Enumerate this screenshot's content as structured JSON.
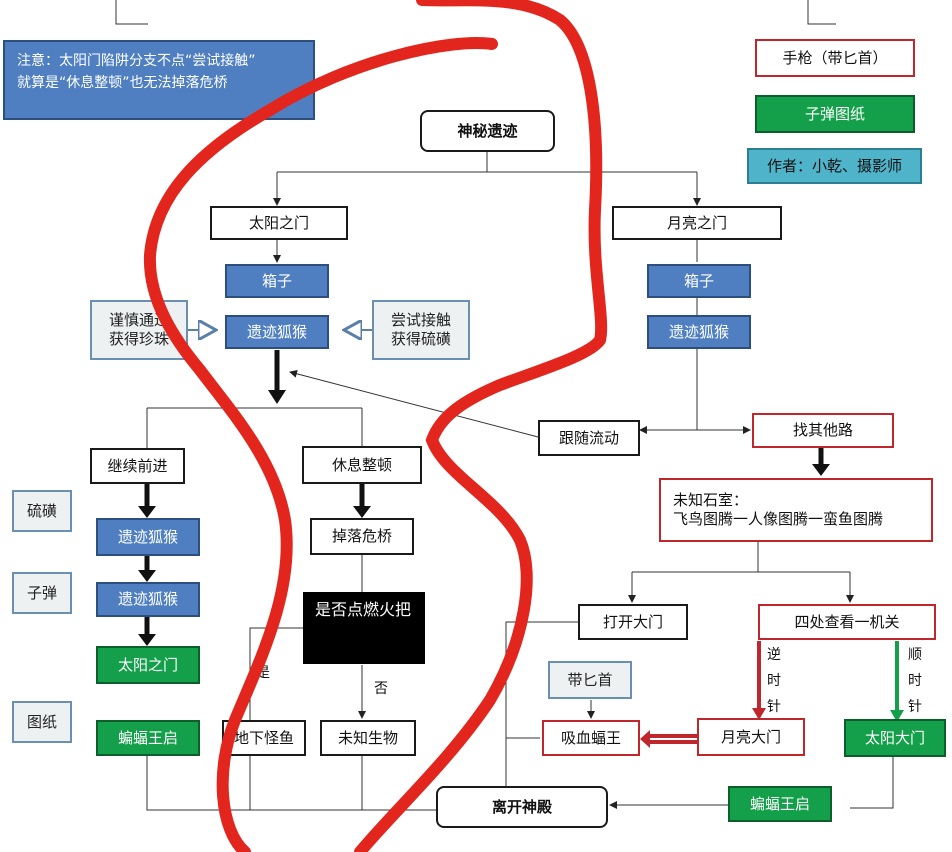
{
  "note": {
    "line1": "注意：太阳门陷阱分支不点“尝试接触”",
    "line2": "就算是“休息整顿”也无法掉落危桥"
  },
  "legend": {
    "gun": "手枪（带匕首）",
    "bullet": "子弹图纸",
    "author": "作者：小乾、摄影师"
  },
  "nodes": {
    "start": "神秘遗迹",
    "sun_gate": "太阳之门",
    "moon_gate": "月亮之门",
    "sun_box": "箱子",
    "moon_box": "箱子",
    "sun_monkey": "遗迹狐猴",
    "moon_monkey": "遗迹狐猴",
    "cautious": [
      "谨慎通过",
      "获得珍珠"
    ],
    "touch": [
      "尝试接触",
      "获得硫磺"
    ],
    "continue": "继续前进",
    "rest": "休息整顿",
    "sulfur": "硫磺",
    "bullet": "子弹",
    "drawing": "图纸",
    "monkey_a": "遗迹狐猴",
    "monkey_b": "遗迹狐猴",
    "sun_gate2": "太阳之门",
    "bat_king_a": "蝙蝠王启",
    "fall_bridge": "掉落危桥",
    "torch_q": "是否点燃火把",
    "yes": "是",
    "no": "否",
    "underground": "地下怪鱼",
    "unknown": "未知生物",
    "follow": "跟随流动",
    "find_other": "找其他路",
    "chamber": [
      "未知石室：",
      "飞鸟图腾一人像图腾一蛮鱼图腾"
    ],
    "open_door": "打开大门",
    "look_around": "四处查看一机关",
    "ccw": [
      "逆",
      "时",
      "针"
    ],
    "cw": [
      "顺",
      "时",
      "针"
    ],
    "dagger": "带匕首",
    "vampire": "吸血蝠王",
    "moon_big": "月亮大门",
    "sun_big": "太阳大门",
    "bat_king_b": "蝙蝠王启",
    "leave": "离开神殿"
  },
  "colors": {
    "annotation_red": "#e2261d",
    "box_blue": "#4f7fc0",
    "box_green": "#14a04a",
    "border_red": "#c0272d"
  }
}
